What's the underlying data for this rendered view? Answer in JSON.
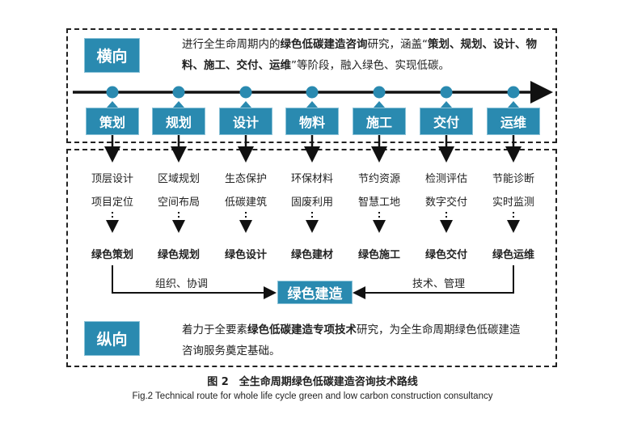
{
  "horizontal": {
    "label": "横向",
    "text_a": "进行全生命周期内的",
    "text_b": "绿色低碳建造咨询",
    "text_c": "研究，涵盖“",
    "text_d": "策划、规划、设计、物料、施工、交付、运维",
    "text_e": "”等阶段，融入绿色、实现低碳。"
  },
  "stages": [
    {
      "name": "策划",
      "item1": "顶层设计",
      "item2": "项目定位",
      "green": "绿色策划"
    },
    {
      "name": "规划",
      "item1": "区域规划",
      "item2": "空间布局",
      "green": "绿色规划"
    },
    {
      "name": "设计",
      "item1": "生态保护",
      "item2": "低碳建筑",
      "green": "绿色设计"
    },
    {
      "name": "物料",
      "item1": "环保材料",
      "item2": "固废利用",
      "green": "绿色建材"
    },
    {
      "name": "施工",
      "item1": "节约资源",
      "item2": "智慧工地",
      "green": "绿色施工"
    },
    {
      "name": "交付",
      "item1": "检测评估",
      "item2": "数字交付",
      "green": "绿色交付"
    },
    {
      "name": "运维",
      "item1": "节能诊断",
      "item2": "实时监测",
      "green": "绿色运维"
    }
  ],
  "center": {
    "label": "绿色建造",
    "left_note": "组织、协调",
    "right_note": "技术、管理"
  },
  "vertical": {
    "label": "纵向",
    "text_a": "着力于全要素",
    "text_b": "绿色低碳建造专项技术",
    "text_c": "研究，为全生命周期绿色低碳建造咨询服务奠定基础。"
  },
  "caption": {
    "cn": "图 2　全生命周期绿色低碳建造咨询技术路线",
    "en": "Fig.2 Technical route for whole life cycle green and low carbon construction consultancy"
  },
  "colors": {
    "accent": "#2a8ab0"
  }
}
